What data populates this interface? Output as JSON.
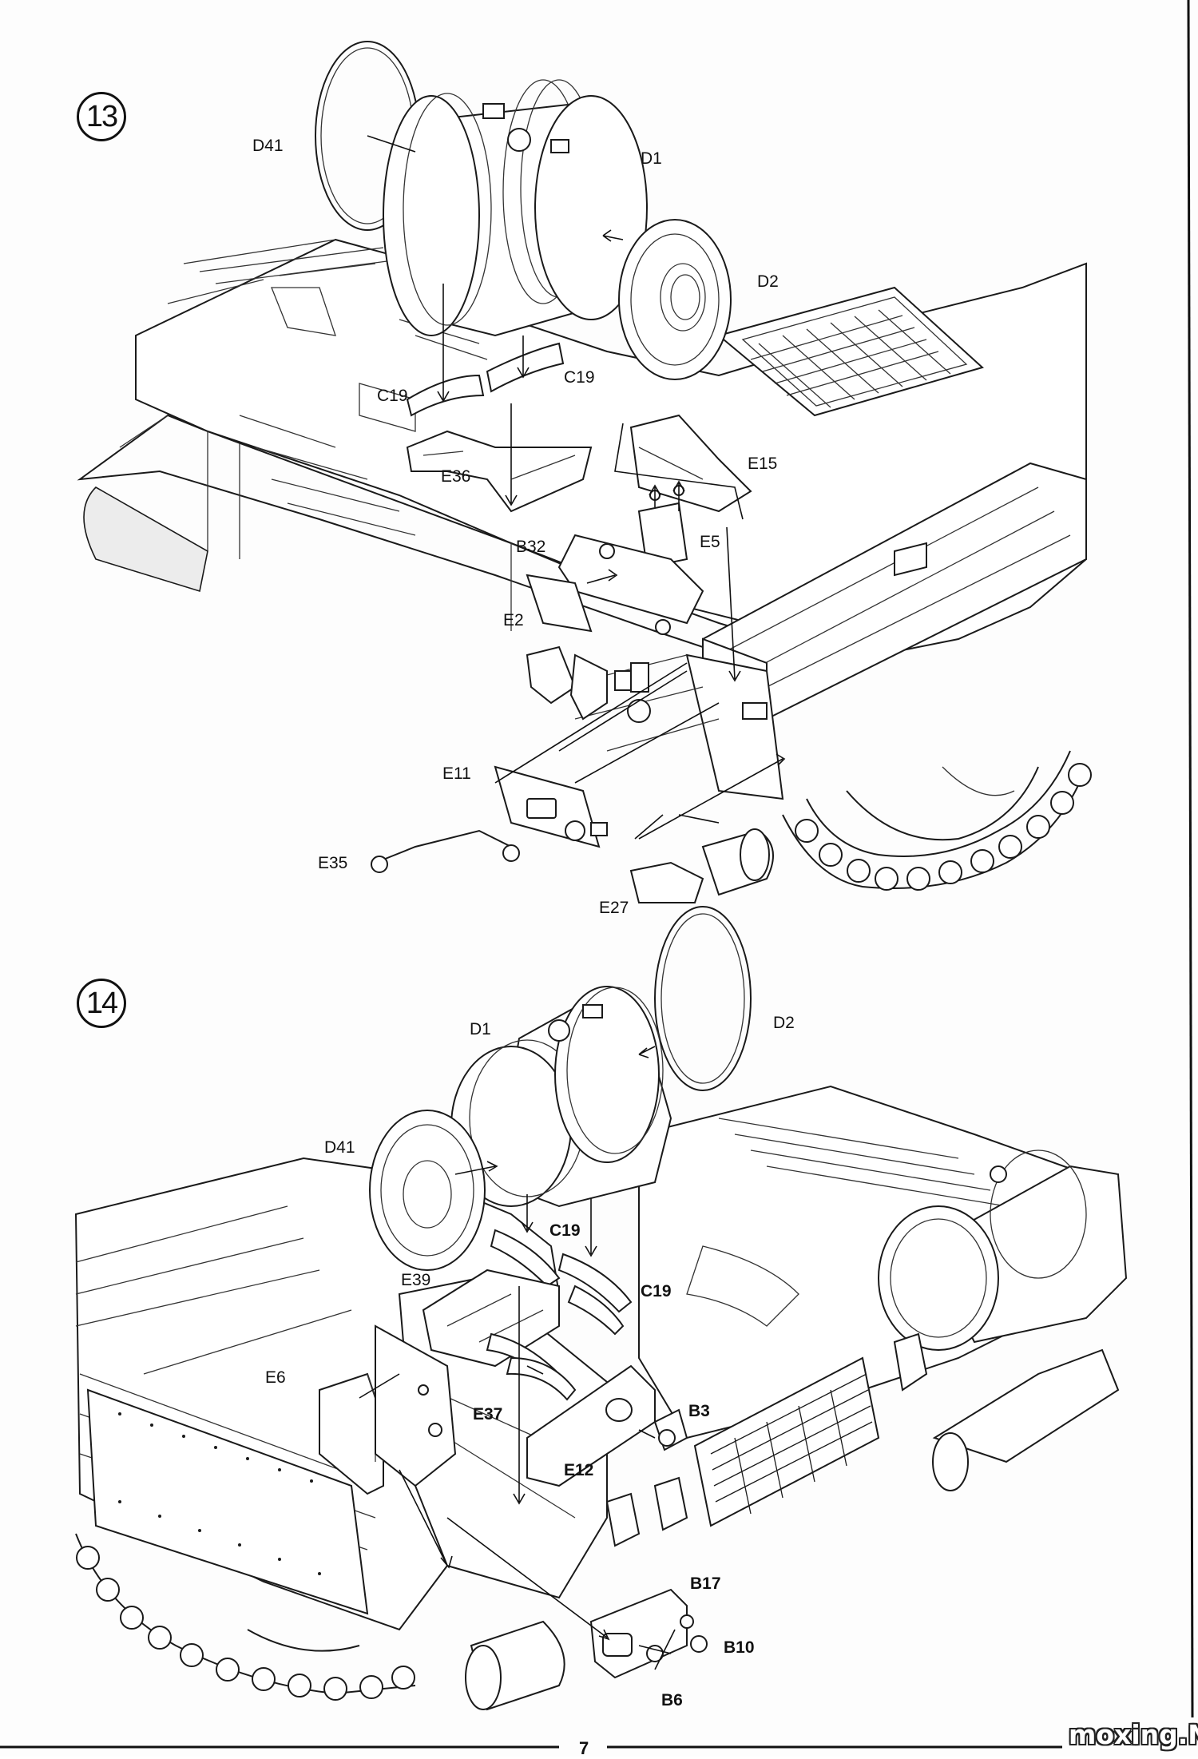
{
  "steps": [
    {
      "number": "13",
      "parts": [
        "D41",
        "D1",
        "D2",
        "C19",
        "C19",
        "E36",
        "E15",
        "B32",
        "E5",
        "E2",
        "E11",
        "E35",
        "E27"
      ]
    },
    {
      "number": "14",
      "parts": [
        "D1",
        "D2",
        "D41",
        "C19",
        "C19",
        "E39",
        "E6",
        "E37",
        "B3",
        "E12",
        "B17",
        "B10",
        "B6"
      ]
    }
  ],
  "page_number": "7",
  "watermark": "moxing.NET"
}
